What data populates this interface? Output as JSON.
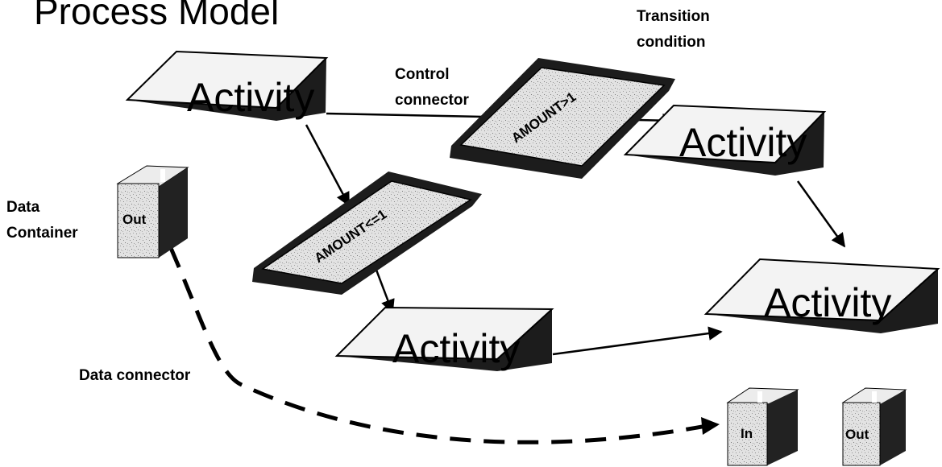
{
  "title": "Process Model",
  "labels": {
    "transition_condition_line1": "Transition",
    "transition_condition_line2": "condition",
    "control_connector_line1": "Control",
    "control_connector_line2": "connector",
    "data_container_line1": "Data",
    "data_container_line2": "Container",
    "data_connector": "Data connector"
  },
  "activities": [
    {
      "label": "Activity"
    },
    {
      "label": "Activity"
    },
    {
      "label": "Activity"
    },
    {
      "label": "Activity"
    }
  ],
  "conditions": [
    {
      "label": "AMOUNT>1"
    },
    {
      "label": "AMOUNT<=1"
    }
  ],
  "containers": [
    {
      "label": "Out"
    },
    {
      "label": "In"
    },
    {
      "label": "Out"
    }
  ],
  "colors": {
    "ink": "#000000",
    "slab_top": "#f3f3f3",
    "slab_side": "#1c1c1c",
    "box_face": "#dcdcdc",
    "box_side": "#222222"
  }
}
